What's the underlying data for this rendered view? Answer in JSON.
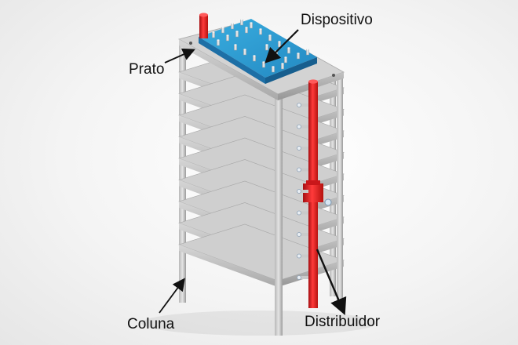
{
  "figure": {
    "labels": {
      "device": "Dispositivo",
      "plate": "Prato",
      "column": "Coluna",
      "distributor": "Distribuidor"
    },
    "colors": {
      "plate": "#c9c9c9",
      "device_top": "#2f9fd4",
      "device_dark": "#1f3a6a",
      "distributor": "#e4191c",
      "arrow": "#111111"
    },
    "tier_count": 10
  }
}
